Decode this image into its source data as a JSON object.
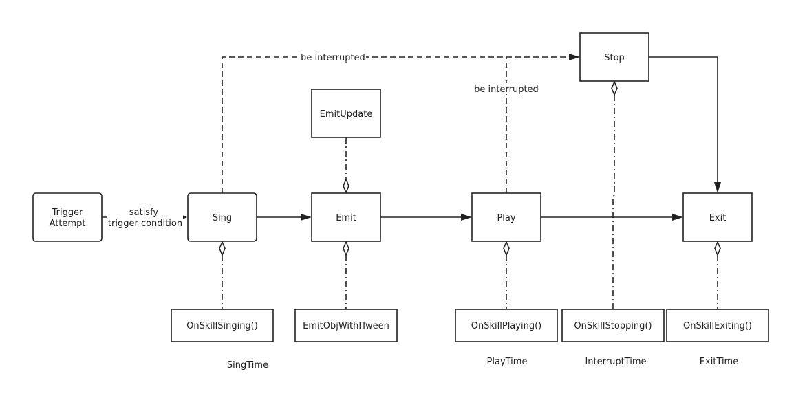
{
  "nodes": {
    "trigger_attempt": {
      "line1": "Trigger",
      "line2": "Attempt"
    },
    "sing": "Sing",
    "emit": "Emit",
    "emit_update": "EmitUpdate",
    "play": "Play",
    "stop": "Stop",
    "exit": "Exit",
    "on_skill_singing": "OnSkillSinging()",
    "emit_obj_with_itween": "EmitObjWithITween",
    "on_skill_playing": "OnSkillPlaying()",
    "on_skill_stopping": "OnSkillStopping()",
    "on_skill_exiting": "OnSkillExiting()"
  },
  "edge_labels": {
    "satisfy": {
      "line1": "satisfy",
      "line2": "trigger condition"
    },
    "sing_interrupted": "be interrupted",
    "play_interrupted": "be interrupted"
  },
  "time_labels": {
    "sing_time": "SingTime",
    "play_time": "PlayTime",
    "interrupt_time": "InterruptTime",
    "exit_time": "ExitTime"
  },
  "colors": {
    "stroke": "#222222",
    "background": "#ffffff"
  }
}
